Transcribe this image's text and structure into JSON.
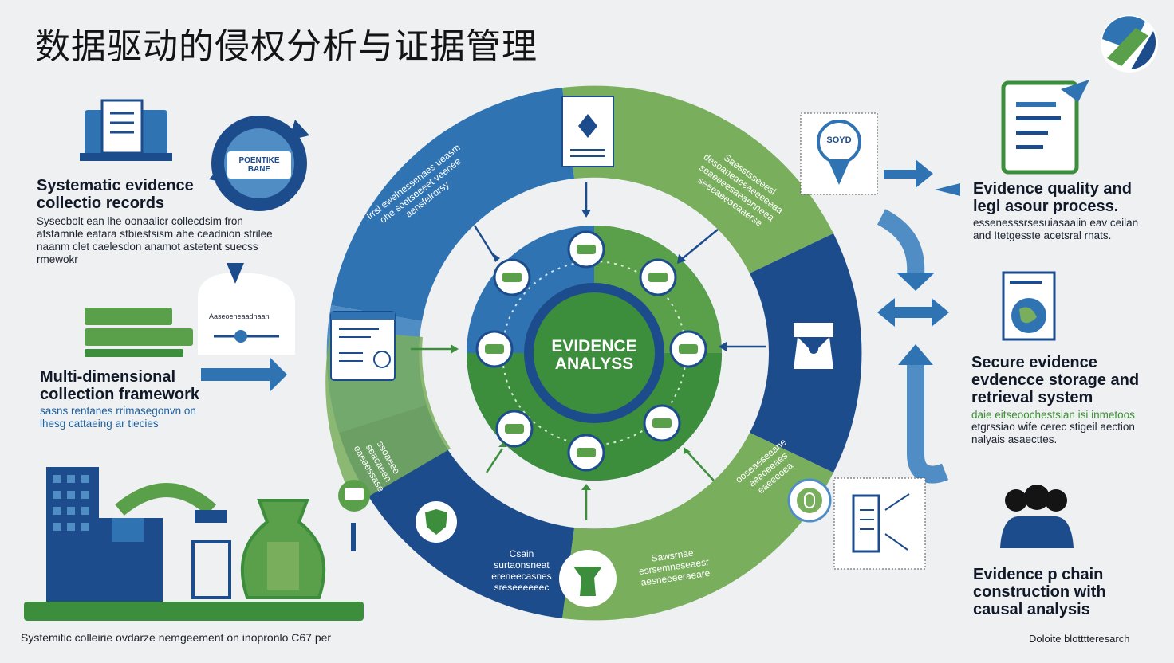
{
  "title": "数据驱动的侵权分析与证据管理",
  "center": {
    "line1": "EVIDENCE",
    "line2": "ANALYSS"
  },
  "left": {
    "section1": {
      "heading": "Systematic evidence collectio records",
      "body": "Sysecbolt ean lhe oonaalicr collecdsim fron afstamnle eatara stbiestsism ahe ceadnion strilee naanm clet caelesdon anamot astetent suecss rmewokr",
      "badge": "POENTIKE BANE"
    },
    "section2": {
      "heading": "Multi-dimensional collection framework",
      "body": "sasns rentanes rrimasegonvn on lhesg cattaeing ar tiecies",
      "card_label": "Aaseoeneaadnaan"
    }
  },
  "right": {
    "section1": {
      "heading": "Evidence quality and legl asour process.",
      "body": "essenesssrsesuiasaaiin eav ceilan and Itetgesste acetsral rnats.",
      "badge": "SOYD"
    },
    "section2": {
      "heading": "Secure evidence evdencce storage and retrieval system",
      "body_green": "daie eitseoochestsian isi inmetoos",
      "body": "etgrssiao wife cerec stigeil aection nalyais asaecttes."
    },
    "section3": {
      "heading": "Evidence p chain construction with causal analysis"
    }
  },
  "ring_labels": {
    "top_left": "lrrsl ewelnessenaes ueasm ohe soetseeeet veenee aensfelrorsy",
    "top_right": "Saesstsseeesl desoaneaeeaeeeeeaa seaeeeesaeaenneea seeeaeeaeaaerse",
    "bottom_left": "Csain surtaonsneat ereneecasnes sreseeeeeec",
    "bottom_right": "Sawsrnae esrsemneseaesr aesneeeeraeare",
    "left_side": "ssoaeee seacaeen eaeaessase",
    "right_side": "ooseaeseeane aeaoeeaes eaeeeoea"
  },
  "footer": {
    "left": "Systemitic colleirie ovdarze nemgeement on inopronlo C67 per",
    "right": "Doloite blotttteresarch"
  },
  "colors": {
    "navy": "#1d4c8c",
    "blue": "#2f73b3",
    "light_blue": "#4f8dc4",
    "green": "#3c8e3c",
    "light_green": "#79ae5d",
    "background": "#eef0f1"
  },
  "icons": [
    "laptop-document-icon",
    "scale-stack-icon",
    "building-icon",
    "lamp-icon",
    "money-bag-icon",
    "certificate-icon",
    "ribbon-badge-icon",
    "document-icon",
    "globe-document-icon",
    "people-group-icon",
    "gavel-hand-icon",
    "fingerprint-icon",
    "logo-icon"
  ]
}
